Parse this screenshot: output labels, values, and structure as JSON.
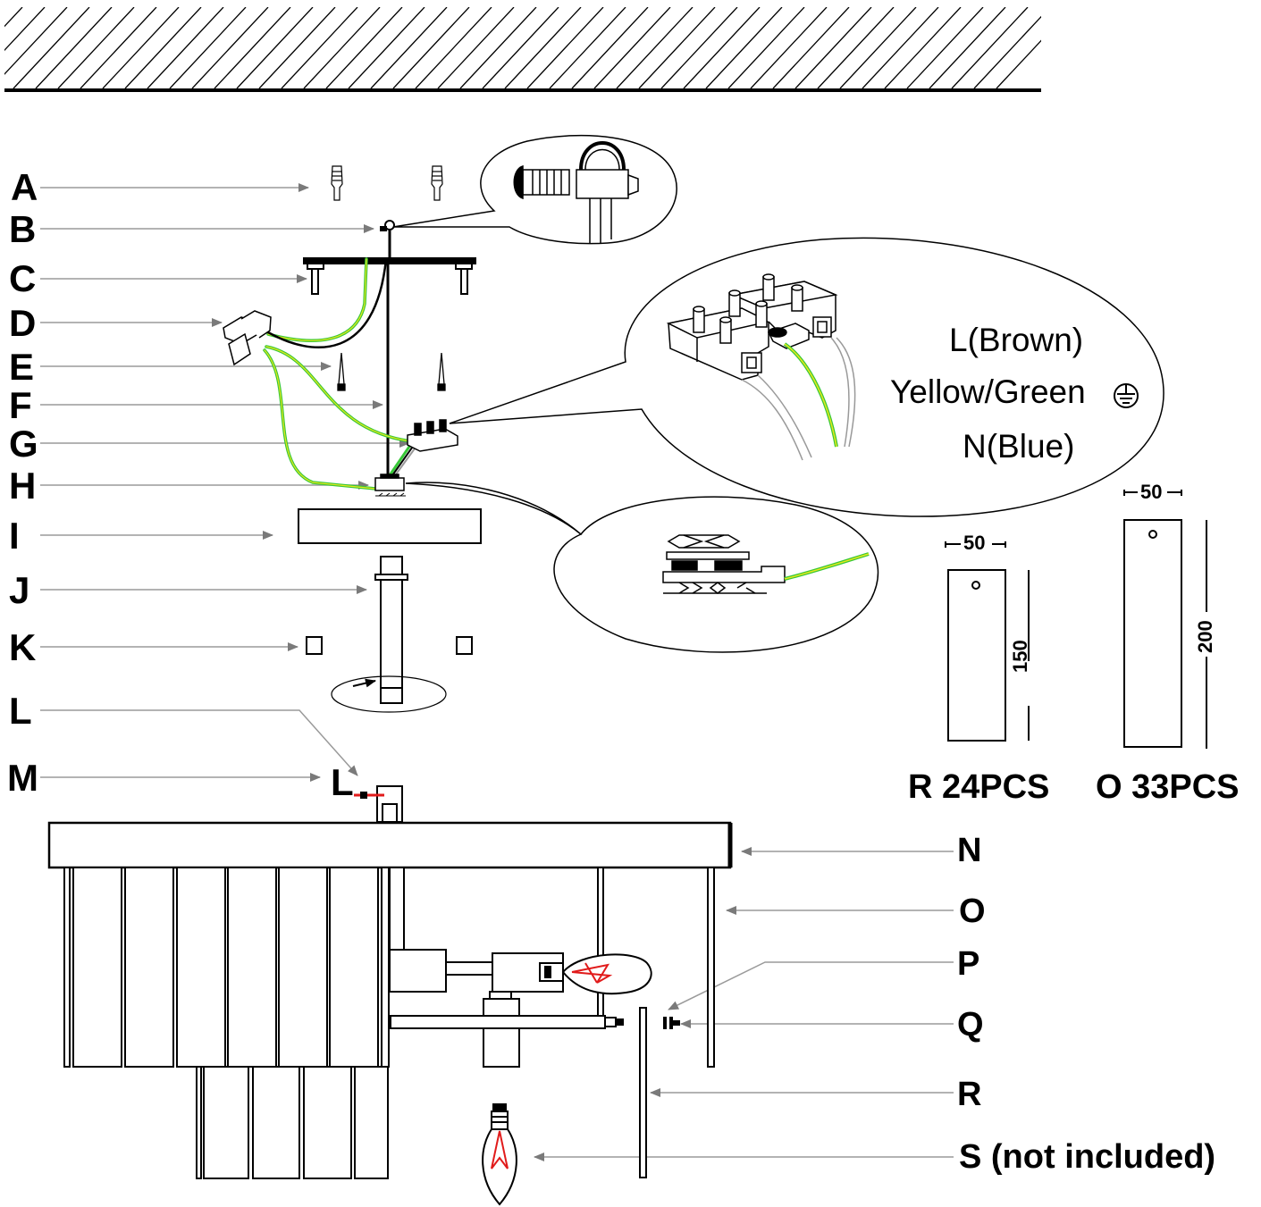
{
  "left_labels": [
    "A",
    "B",
    "C",
    "D",
    "E",
    "F",
    "G",
    "H",
    "I",
    "J",
    "K",
    "L",
    "M"
  ],
  "right_labels": [
    "N",
    "O",
    "P",
    "Q",
    "R",
    "S (not  included)"
  ],
  "wiring": {
    "live": "L(Brown)",
    "earth": "Yellow/Green",
    "neutral": "N(Blue)"
  },
  "marker_l": "L",
  "dimensions": {
    "r_width": "50",
    "r_height": "150",
    "o_width": "50",
    "o_height": "200"
  },
  "counts": {
    "r": "R 24PCS",
    "o": "O 33PCS"
  },
  "colors": {
    "line": "#000000",
    "arrow": "#8a8a8a",
    "wire_green": "#37c837",
    "wire_yellow": "#e8e81c",
    "filament": "#e11b1b"
  }
}
